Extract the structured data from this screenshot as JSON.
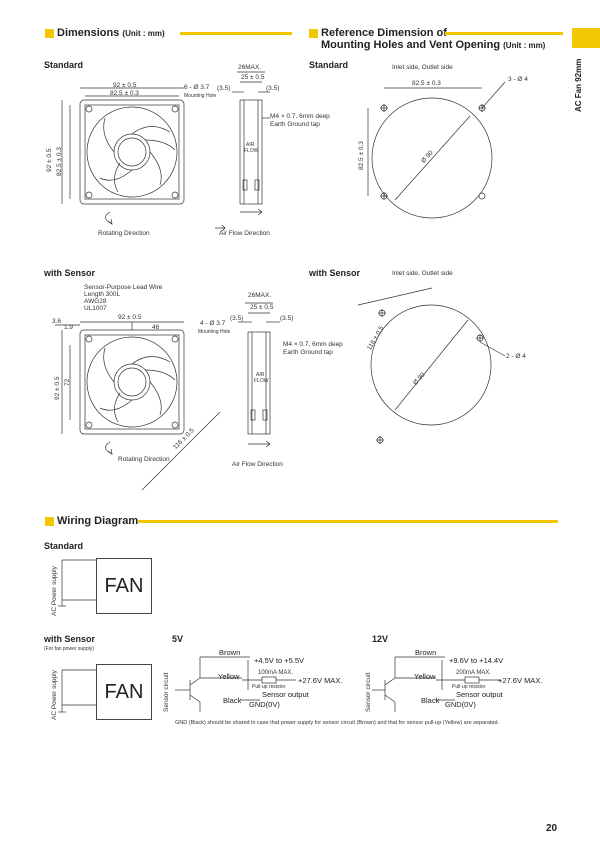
{
  "side_tab": {
    "label": "AC Fan 92mm"
  },
  "page_number": "20",
  "dimensions": {
    "title": "Dimensions",
    "unit": "(Unit : mm)",
    "standard": {
      "label": "Standard",
      "dims": [
        "92 ± 0.5",
        "82.5 ± 0.3",
        "6 - Ø 3.7",
        "Mounting Hole",
        "92 ± 0.5",
        "82.5 ± 0.3",
        "26MAX.",
        "25 ± 0.5",
        "(3.5)",
        "(3.5)",
        "M4 × 0.7, 6mm deep",
        "Earth Ground tap",
        "AIR",
        "FLOW"
      ],
      "rotating": "Rotating Direction",
      "airflow": "Air Flow Direction"
    },
    "sensor": {
      "label": "with Sensor",
      "lead": [
        "Sensor-Purpose Lead Wire",
        "Length 300L",
        "AWG28",
        "UL1007"
      ],
      "dims": [
        "3.6",
        "1.9",
        "92 ± 0.5",
        "46",
        "4 - Ø 3.7",
        "Mounting Hole",
        "92 ± 0.5",
        "72",
        "116 ± 0.5",
        "26MAX.",
        "25 ± 0.5",
        "(3.5)",
        "(3.5)",
        "M4 × 0.7, 6mm deep",
        "Earth Ground tap",
        "AIR",
        "FLOW"
      ],
      "rotating": "Rotating Direction",
      "airflow": "Air Flow Direction"
    }
  },
  "reference": {
    "title_line1": "Reference Dimension of",
    "title_line2": "Mounting Holes and Vent Opening",
    "unit": "(Unit : mm)",
    "standard": {
      "label": "Standard",
      "inlet": "Inlet side, Outlet side",
      "dims": [
        "82.5 ± 0.3",
        "3 - Ø 4",
        "Ø 90",
        "82.5 ± 0.3"
      ]
    },
    "sensor": {
      "label": "with Sensor",
      "inlet": "Inlet side, Outlet side",
      "dims": [
        "116 ± 0.5",
        "2 - Ø 4",
        "Ø 90"
      ]
    }
  },
  "wiring": {
    "title": "Wiring Diagram",
    "standard": {
      "label": "Standard",
      "supply": "AC Power supply",
      "fan": "FAN"
    },
    "sensor": {
      "label": "with Sensor",
      "note": "(For fan power supply)",
      "supply": "AC Power supply",
      "fan": "FAN",
      "v5": {
        "title": "5V",
        "circuit": "Sensor circuit",
        "brown": "Brown",
        "brown_v": "+4.5V to +5.5V",
        "yellow": "Yellow",
        "current": "100mA MAX.",
        "pullup": "Pull-up resistor",
        "pullup_v": "+27.6V MAX.",
        "black": "Black",
        "output": "Sensor output",
        "gnd": "GND(0V)"
      },
      "v12": {
        "title": "12V",
        "circuit": "Sensor circuit",
        "brown": "Brown",
        "brown_v": "+9.6V to +14.4V",
        "yellow": "Yellow",
        "current": "200mA MAX.",
        "pullup": "Pull-up resistor",
        "pullup_v": "+27.6V MAX.",
        "black": "Black",
        "output": "Sensor output",
        "gnd": "GND(0V)"
      },
      "footnote": "GND (Black) should be shared in case that power supply for sensor circuit (Brown) and that for sensor pull-up (Yellow) are separated."
    }
  }
}
